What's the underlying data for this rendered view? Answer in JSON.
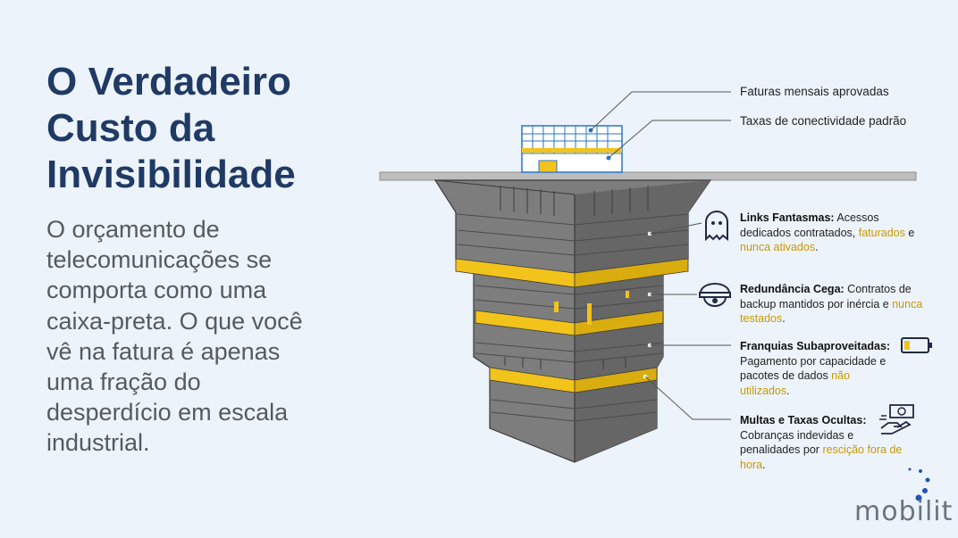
{
  "title": {
    "line1": "O Verdadeiro",
    "line2": "Custo da",
    "line3": "Invisibilidade"
  },
  "body": {
    "lines": [
      "O orçamento de",
      "telecomunicações se",
      "comporta como uma",
      "caixa-preta. O que você",
      "vê na fatura é apenas",
      "uma fração do",
      "desperdício em escala",
      "industrial."
    ]
  },
  "labels": {
    "top1": "Faturas mensais aprovadas",
    "top2": "Taxas de conectividade padrão"
  },
  "callouts": [
    {
      "icon": "ghost-icon",
      "title": "Links Fantasmas:",
      "text1": " Acessos dedicados contratados, ",
      "hl1": "faturados",
      "text2": " e ",
      "hl2": "nunca ativados",
      "text3": "."
    },
    {
      "icon": "security-camera-icon",
      "title": "Redundância Cega:",
      "text1": " Contratos de backup mantidos por inércia e ",
      "hl1": "nunca testados",
      "text2": "."
    },
    {
      "icon": "low-battery-icon",
      "title": "Franquias Subaproveitadas:",
      "text1": " Pagamento por capacidade e pacotes de dados ",
      "hl1": "não utilizados",
      "text2": "."
    },
    {
      "icon": "money-hand-icon",
      "title": "Multas e Taxas Ocultas:",
      "text1": " Cobranças indevidas e penalidades por ",
      "hl1": "rescição fora de hora",
      "text2": "."
    }
  ],
  "logo": {
    "text": "mobilit"
  },
  "colors": {
    "title": "#1f3a64",
    "body": "#555a60",
    "highlight": "#c79a00",
    "building_gray": "#7a7a7a",
    "stripe_yellow": "#f2c31a",
    "blueprint_blue": "#2a74c9",
    "logo_blue": "#1f55b5"
  }
}
